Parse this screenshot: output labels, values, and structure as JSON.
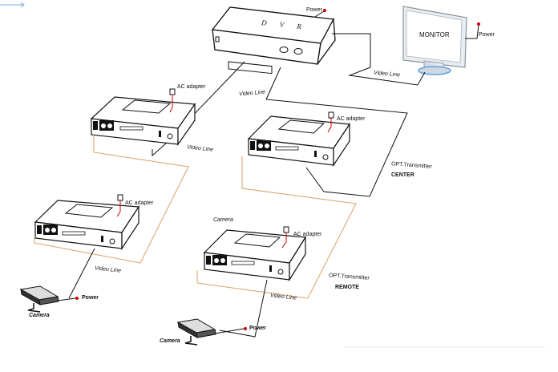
{
  "dvr": {
    "label": "D V R",
    "power_label": "Power"
  },
  "monitor": {
    "label": "MONITOR",
    "power_label": "Power"
  },
  "links": {
    "dvr_to_monitor": "Video Line",
    "dvr_to_center": "Video Line",
    "left_upper": "Video Line",
    "left_lower": "Video Line",
    "remote": "Video Line"
  },
  "units": {
    "left_upper": {
      "ac_label": "AC adapter"
    },
    "center": {
      "ac_label": "AC adapter",
      "role_line1": "OPT.Transmitter",
      "role_line2": "CENTER"
    },
    "left_lower": {
      "ac_label": "AC adapter"
    },
    "remote": {
      "ac_label": "AC adapter",
      "role_line1": "OPT.Transmitter",
      "role_line2": "REMOTE",
      "camera_top_label": "Camera"
    }
  },
  "cameras": {
    "left": {
      "label": "Camera",
      "power_label": "Power"
    },
    "right": {
      "label": "Camera",
      "power_label": "Power"
    }
  },
  "colors": {
    "fiber": "#d9a066",
    "wire": "#111111",
    "power_dot": "#cc0000"
  }
}
